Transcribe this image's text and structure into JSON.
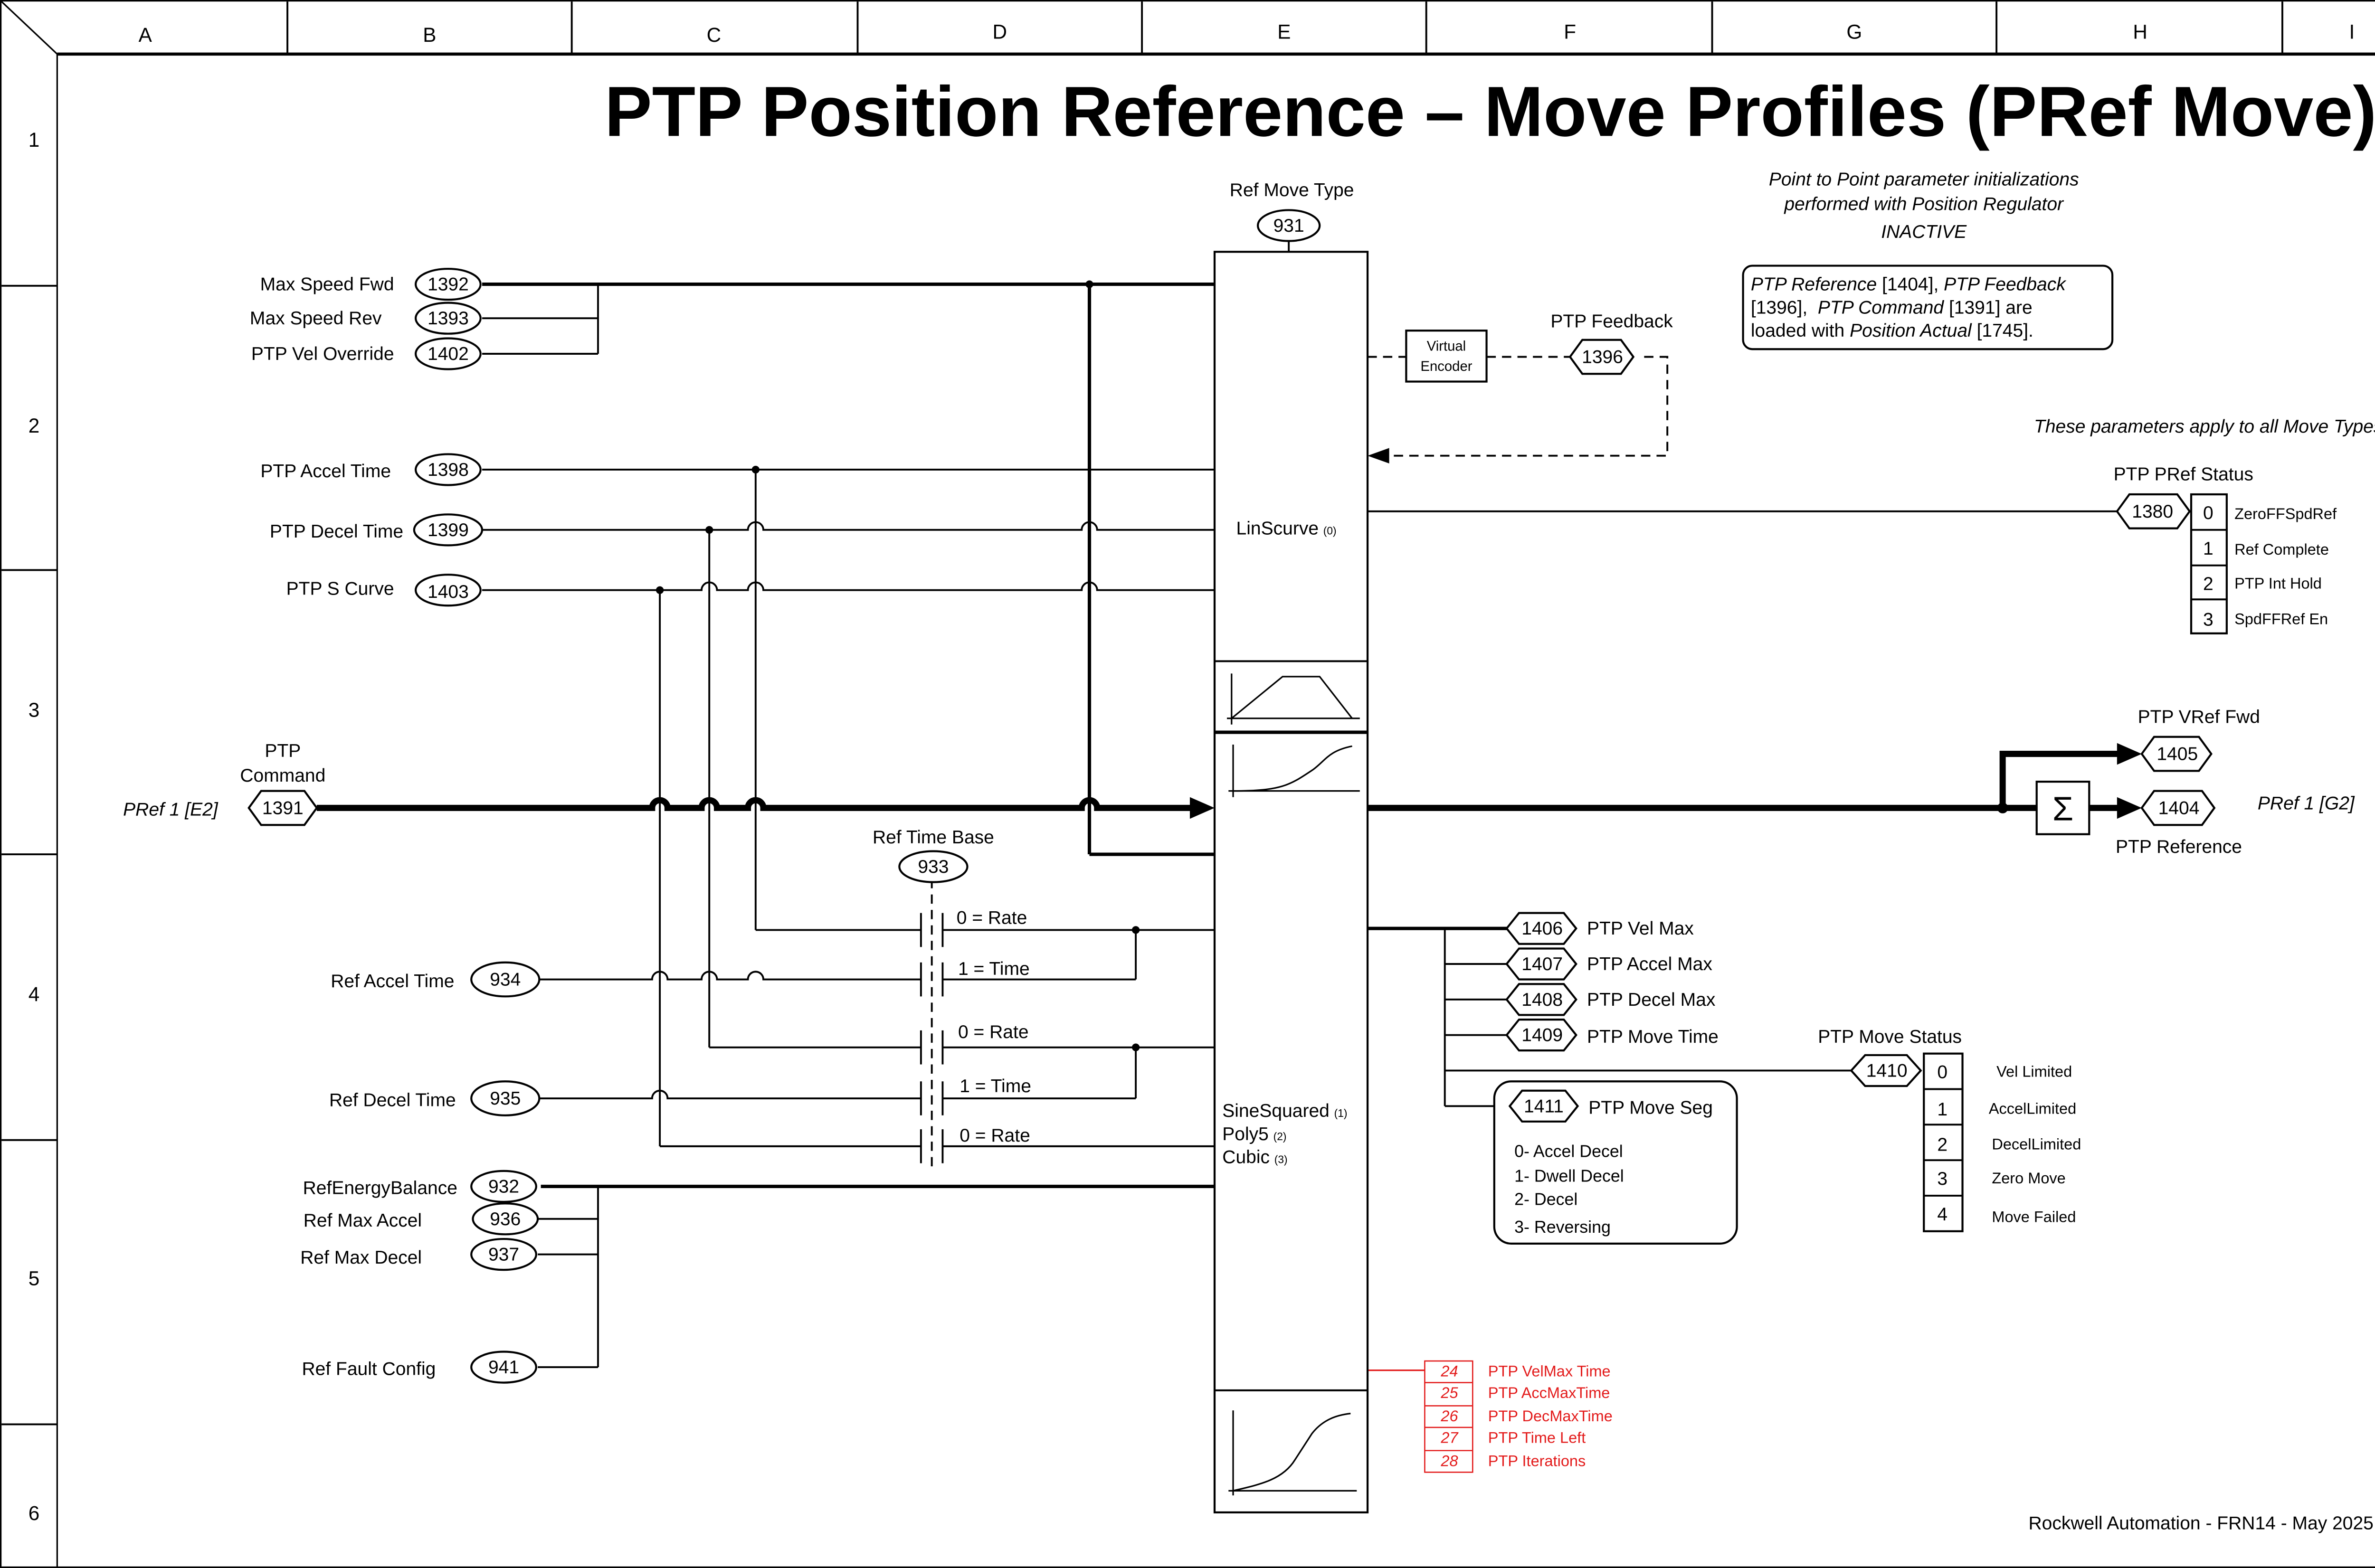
{
  "title": "PTP Position Reference – Move Profiles (PRef Move)",
  "grid": {
    "columns": [
      "A",
      "B",
      "C",
      "D",
      "E",
      "F",
      "G",
      "H",
      "I"
    ],
    "rows": [
      "1",
      "2",
      "3",
      "4",
      "5",
      "6"
    ]
  },
  "inputs_top": [
    {
      "label": "Max Speed Fwd",
      "param": "1392"
    },
    {
      "label": "Max Speed Rev",
      "param": "1393"
    },
    {
      "label": "PTP Vel Override",
      "param": "1402"
    },
    {
      "label": "PTP Accel Time",
      "param": "1398"
    },
    {
      "label": "PTP Decel Time",
      "param": "1399"
    },
    {
      "label": "PTP S Curve",
      "param": "1403"
    }
  ],
  "command": {
    "label_line1": "PTP",
    "label_line2": "Command",
    "param": "1391",
    "link": "PRef 1 [E2]"
  },
  "ref_move_type": {
    "label": "Ref Move Type",
    "param": "931"
  },
  "ref_time_base": {
    "label": "Ref Time Base",
    "param": "933",
    "switches": [
      "0 = Rate",
      "1 = Time",
      "0 = Rate",
      "1 = Time",
      "0 = Rate"
    ]
  },
  "inputs_bottom": [
    {
      "label": "Ref Accel Time",
      "param": "934"
    },
    {
      "label": "Ref Decel Time",
      "param": "935"
    },
    {
      "label": "RefEnergyBalance",
      "param": "932"
    },
    {
      "label": "Ref Max Accel",
      "param": "936"
    },
    {
      "label": "Ref Max Decel",
      "param": "937"
    },
    {
      "label": "Ref Fault Config",
      "param": "941"
    }
  ],
  "profile_block": {
    "upper_name": "LinScurve",
    "upper_index": "(0)",
    "lower_items": [
      {
        "name": "SineSquared",
        "index": "(1)"
      },
      {
        "name": "Poly5",
        "index": "(2)"
      },
      {
        "name": "Cubic",
        "index": "(3)"
      }
    ]
  },
  "virtual_encoder": {
    "line1": "Virtual",
    "line2": "Encoder"
  },
  "feedback": {
    "label": "PTP Feedback",
    "param": "1396"
  },
  "notes": {
    "init_line1": "Point to Point parameter initializations",
    "init_line2": "performed with Position Regulator",
    "init_line3": "INACTIVE",
    "box_line1_a": "PTP Reference",
    "box_line1_b": " [1404], ",
    "box_line1_c": "PTP Feedback",
    "box_line2_a": "[1396],  ",
    "box_line2_b": "PTP Command",
    "box_line2_c": " [1391] are",
    "box_line3_a": "loaded with ",
    "box_line3_b": "Position Actual",
    "box_line3_c": " [1745].",
    "apply_all": "These parameters apply to all Move Types"
  },
  "pref_status": {
    "label": "PTP PRef Status",
    "param": "1380",
    "bits": [
      {
        "bit": "0",
        "name": "ZeroFFSpdRef"
      },
      {
        "bit": "1",
        "name": "Ref Complete"
      },
      {
        "bit": "2",
        "name": "PTP Int Hold"
      },
      {
        "bit": "3",
        "name": "SpdFFRef En"
      }
    ]
  },
  "outputs": {
    "vref_fwd": {
      "label": "PTP VRef Fwd",
      "param": "1405"
    },
    "reference": {
      "label": "PTP Reference",
      "param": "1404",
      "link": "PRef 1 [G2]"
    },
    "sum_symbol": "Σ"
  },
  "move_outputs": [
    {
      "param": "1406",
      "label": "PTP Vel Max"
    },
    {
      "param": "1407",
      "label": "PTP Accel Max"
    },
    {
      "param": "1408",
      "label": "PTP Decel Max"
    },
    {
      "param": "1409",
      "label": "PTP Move Time"
    }
  ],
  "move_seg": {
    "param": "1411",
    "label": "PTP Move Seg",
    "items": [
      "0- Accel Decel",
      "1- Dwell Decel",
      "2- Decel",
      "3- Reversing"
    ]
  },
  "move_status": {
    "label": "PTP Move Status",
    "param": "1410",
    "bits": [
      {
        "bit": "0",
        "name": "Vel Limited"
      },
      {
        "bit": "1",
        "name": "AccelLimited"
      },
      {
        "bit": "2",
        "name": "DecelLimited"
      },
      {
        "bit": "3",
        "name": "Zero Move"
      },
      {
        "bit": "4",
        "name": "Move Failed"
      }
    ]
  },
  "diagnostics": {
    "color": "#e31b1b",
    "items": [
      {
        "num": "24",
        "name": "PTP VelMax Time"
      },
      {
        "num": "25",
        "name": "PTP AccMaxTime"
      },
      {
        "num": "26",
        "name": "PTP DecMaxTime"
      },
      {
        "num": "27",
        "name": "PTP Time Left"
      },
      {
        "num": "28",
        "name": "PTP Iterations"
      }
    ]
  },
  "footer": "Rockwell Automation - FRN14 - May 2025"
}
